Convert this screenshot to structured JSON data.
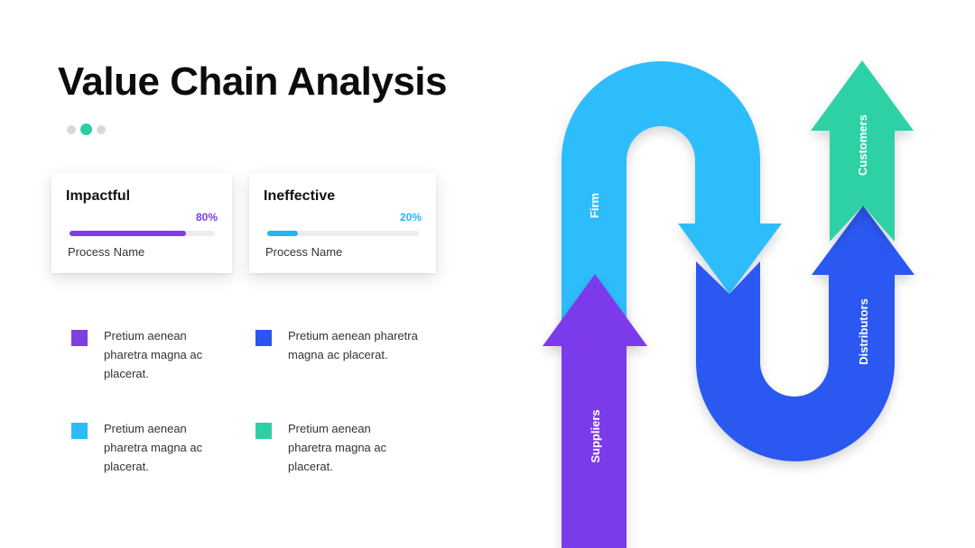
{
  "slide": {
    "title": "Value Chain Analysis",
    "pager": {
      "count": 3,
      "active_index": 1
    }
  },
  "cards": [
    {
      "title": "Impactful",
      "percent_label": "80%",
      "progress": 0.8,
      "subtitle": "Process Name",
      "color": "#7b3fe4"
    },
    {
      "title": "Ineffective",
      "percent_label": "20%",
      "progress": 0.2,
      "subtitle": "Process Name",
      "color": "#2bb3f0"
    }
  ],
  "legend": [
    {
      "text": "Pretium aenean pharetra magna ac placerat.",
      "color": "#7b3fe4"
    },
    {
      "text": "Pretium aenean pharetra magna ac placerat.",
      "color": "#2b55f0"
    },
    {
      "text": "Pretium aenean pharetra magna ac placerat.",
      "color": "#2bbcf7"
    },
    {
      "text": "Pretium aenean pharetra magna ac placerat.",
      "color": "#2ecfa7"
    }
  ],
  "diagram": {
    "labels": {
      "suppliers": "Suppliers",
      "firm": "Firm",
      "distributors": "Distributors",
      "customers": "Customers"
    },
    "colors": {
      "suppliers": "#7b3bea",
      "firm": "#2fbdfb",
      "distributors": "#2b58f0",
      "customers": "#2ed1a6"
    }
  }
}
